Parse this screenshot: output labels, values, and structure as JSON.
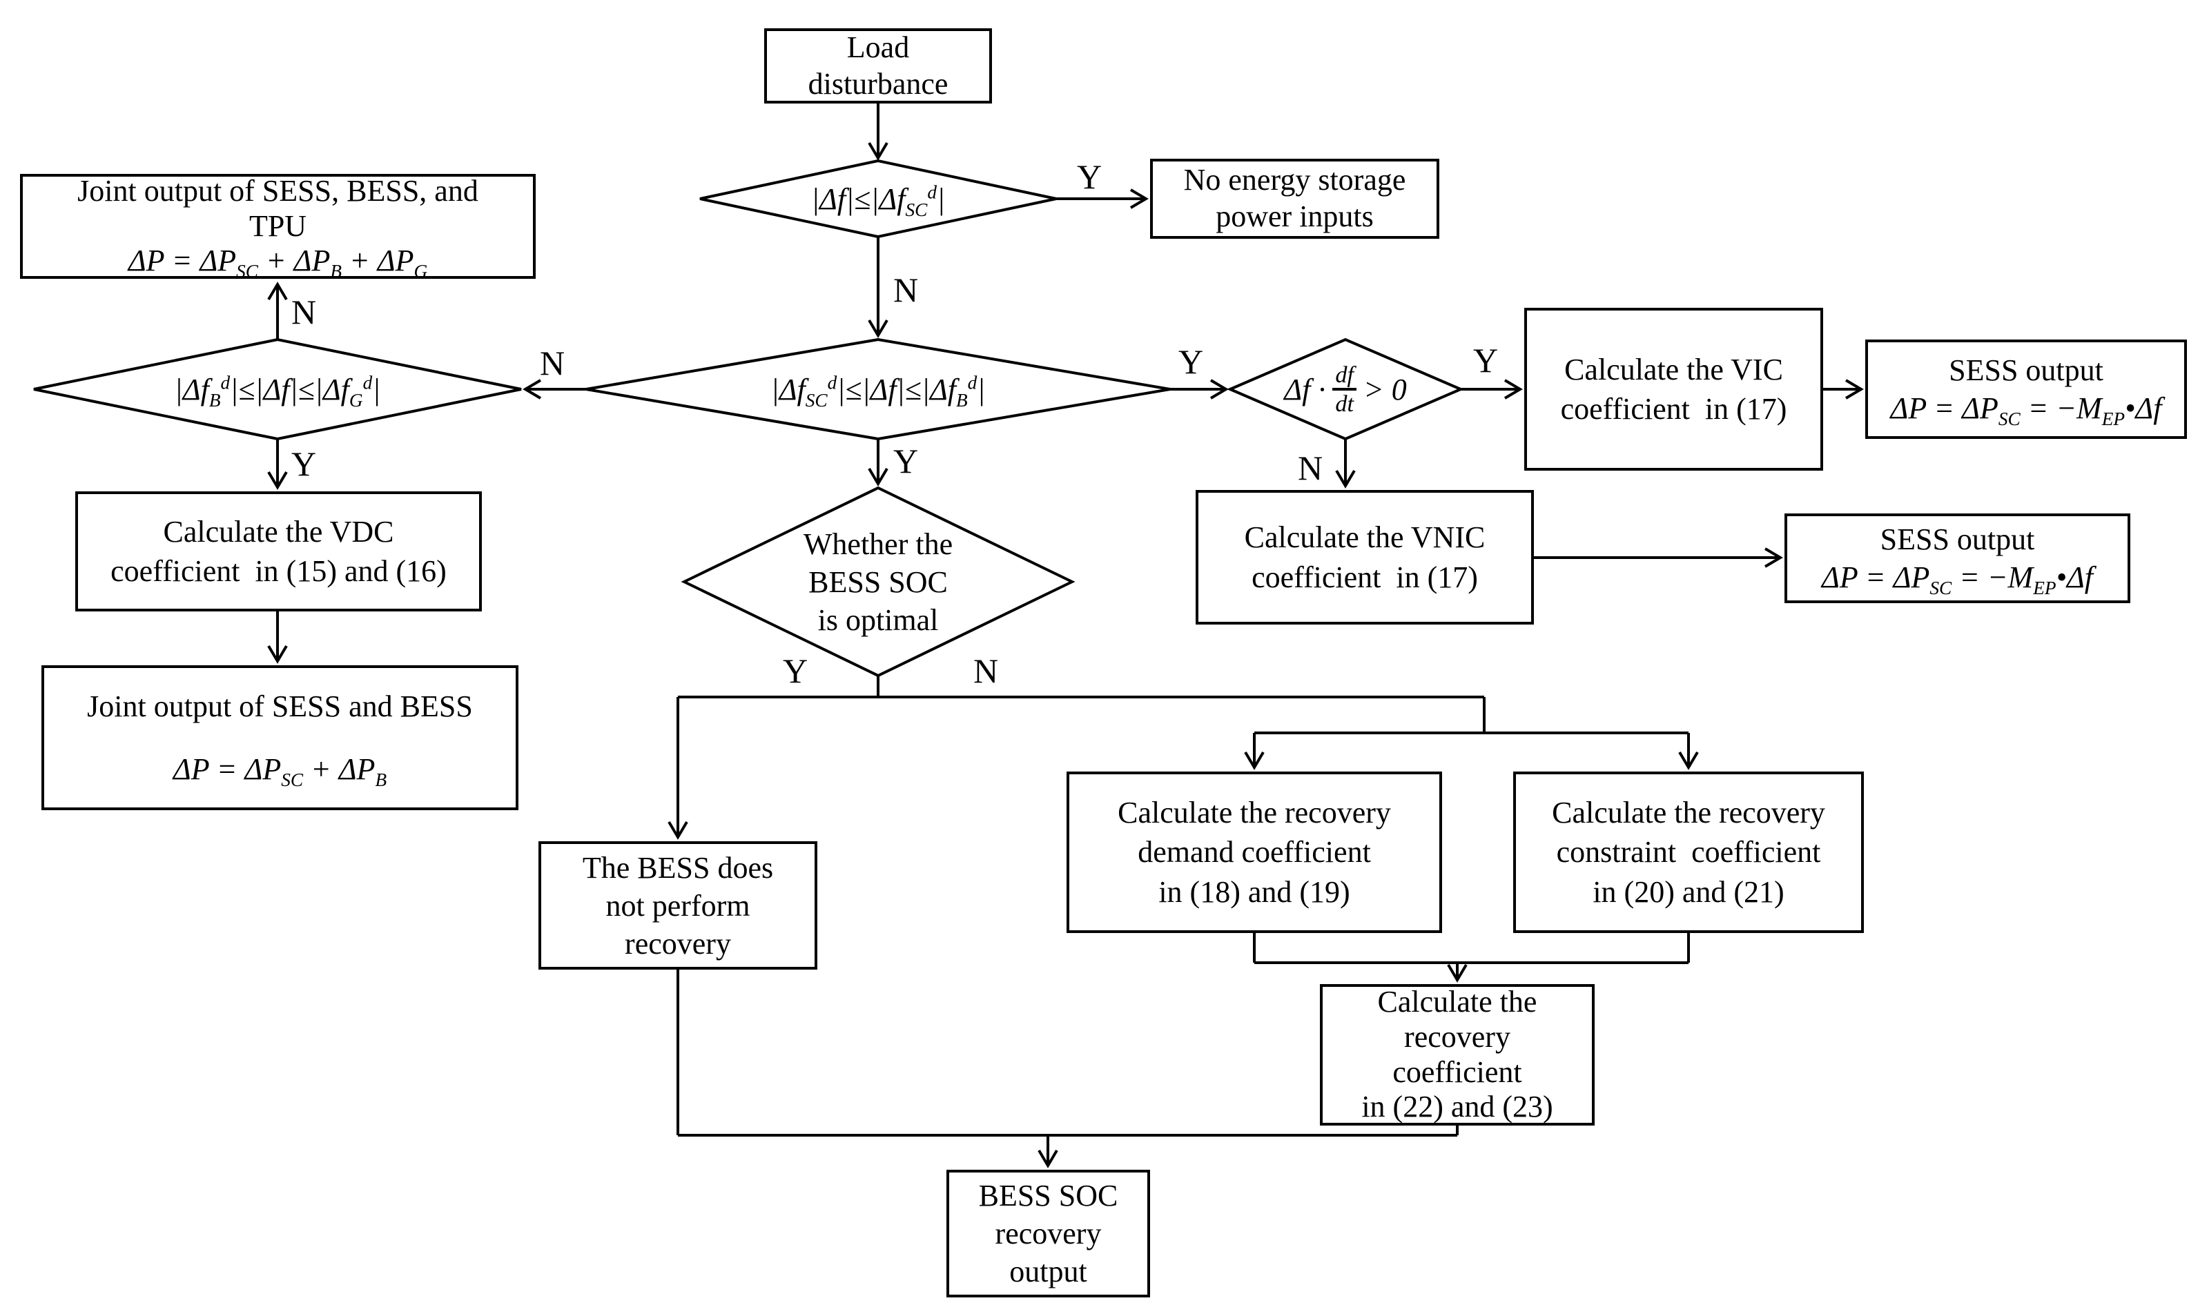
{
  "page": {
    "background": "#ffffff",
    "ink": "#000000"
  },
  "labels": {
    "yes": "Y",
    "no": "N"
  },
  "nodes": {
    "load_disturbance": {
      "lines": [
        "Load",
        "disturbance"
      ]
    },
    "no_energy_storage": {
      "lines": [
        "No energy storage",
        "power inputs"
      ]
    },
    "joint_output_tpu": {
      "title_lines": [
        "Joint output of SESS, BESS, and",
        "TPU"
      ],
      "formula": "ΔP = ΔP_{SC} + ΔP_{B} + ΔP_{G}"
    },
    "calc_vic": {
      "lines": [
        "Calculate the VIC",
        "coefficient  in (17)"
      ]
    },
    "sess_output_vic": {
      "title": "SESS output",
      "formula": "ΔP = ΔP_{SC} = −M_{EP}•Δf"
    },
    "calc_vnic": {
      "lines": [
        "Calculate the VNIC",
        "coefficient  in (17)"
      ]
    },
    "sess_output_vnic": {
      "title": "SESS output",
      "formula": "ΔP = ΔP_{SC} = −M_{EP}•Δf"
    },
    "calc_vdc": {
      "lines": [
        "Calculate the VDC",
        "coefficient  in (15) and (16)"
      ]
    },
    "joint_output_sess_bess": {
      "title": "Joint output of SESS and BESS",
      "formula": "ΔP = ΔP_{SC} + ΔP_{B}"
    },
    "bess_no_recovery": {
      "lines": [
        "The BESS does",
        "not perform",
        "recovery"
      ]
    },
    "calc_recovery_demand": {
      "lines": [
        "Calculate the recovery",
        "demand coefficient",
        "in (18) and (19)"
      ]
    },
    "calc_recovery_constraint": {
      "lines": [
        "Calculate the recovery",
        "constraint  coefficient",
        "in (20) and (21)"
      ]
    },
    "calc_recovery_coeff": {
      "lines": [
        "Calculate the",
        "recovery",
        "coefficient",
        "in (22) and (23)"
      ]
    },
    "bess_soc_recovery_output": {
      "lines": [
        "BESS SOC",
        "recovery",
        "output"
      ]
    }
  },
  "decisions": {
    "freq_within_sc": {
      "formula": "|Δf|≤|Δf_{SC}^{d}|"
    },
    "freq_b_to_g": {
      "formula": "|Δf_{B}^{d}|≤|Δf|≤|Δf_{G}^{d}|"
    },
    "freq_sc_to_b": {
      "formula": "|Δf_{SC}^{d}|≤|Δf|≤|Δf_{B}^{d}|"
    },
    "df_dfdt_positive": {
      "prefix": "Δf ·",
      "numerator": "df",
      "denominator": "dt",
      "suffix": "> 0"
    },
    "bess_soc_optimal": {
      "lines": [
        "Whether the",
        "BESS SOC",
        "is optimal"
      ]
    }
  }
}
